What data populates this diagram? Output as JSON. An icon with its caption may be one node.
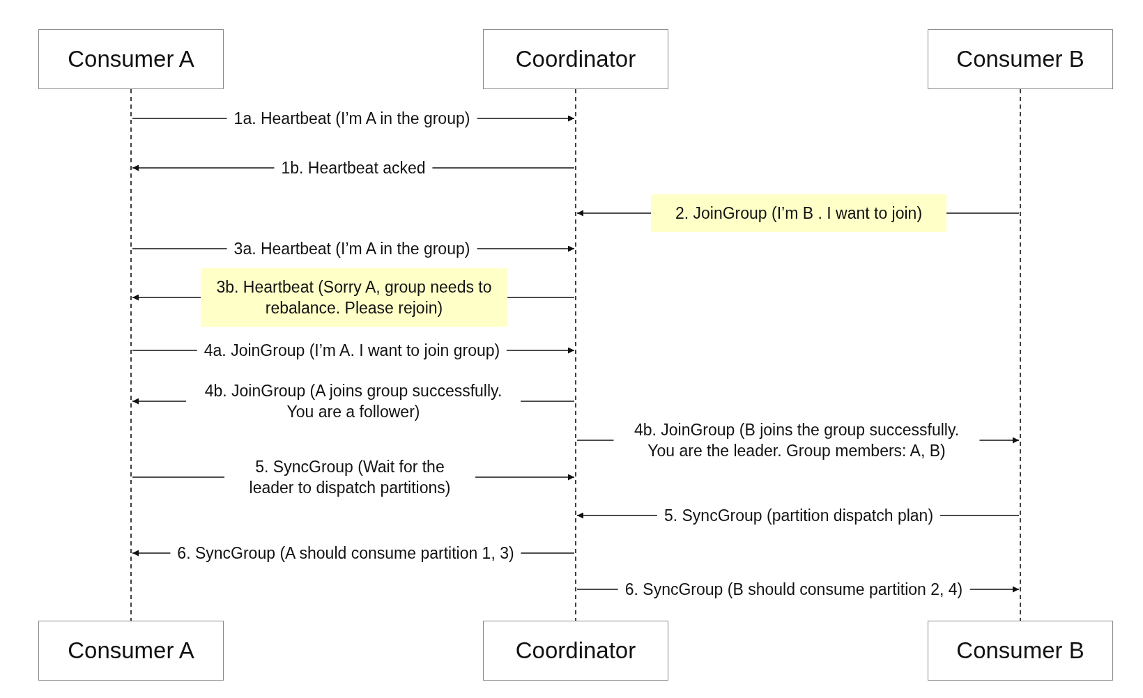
{
  "diagram": {
    "nodes": [
      {
        "text": [
          "Consumer A"
        ]
      },
      {
        "text": [
          "Coordinator"
        ]
      },
      {
        "text": [
          "Consumer B"
        ]
      },
      {
        "text": [],
        "shape": "line"
      },
      {
        "text": [],
        "shape": "line"
      },
      {
        "text": [],
        "shape": "line"
      },
      {
        "text": [
          "Consumer A"
        ]
      },
      {
        "text": [
          "Coordinator"
        ]
      },
      {
        "text": [
          "Consumer B"
        ]
      }
    ],
    "edges": [
      {
        "from": 3,
        "to": 4,
        "arrow": "to",
        "label": "1a. Heartbeat (I’m A in the group)"
      },
      {
        "from": 4,
        "to": 3,
        "arrow": "to",
        "label": "1b. Heartbeat acked"
      },
      {
        "from": 5,
        "to": 4,
        "arrow": "to",
        "label": "2. JoinGroup (I’m B . I want to join)"
      },
      {
        "from": 3,
        "to": 4,
        "arrow": "to",
        "label": "3a. Heartbeat (I’m A in the group)"
      },
      {
        "from": 4,
        "to": 3,
        "arrow": "to",
        "label": "3b. Heartbeat (Sorry A, group needs to rebalance. Please rejoin)"
      },
      {
        "from": 3,
        "to": 4,
        "arrow": "to",
        "label": "4a. JoinGroup (I’m A. I want to join group)"
      },
      {
        "from": 4,
        "to": 3,
        "arrow": "to",
        "label": "4b. JoinGroup (A joins group successfully. You are a follower)"
      },
      {
        "from": 4,
        "to": 5,
        "arrow": "to",
        "label": "4b. JoinGroup (B joins the group successfully. You are the leader. Group members: A, B)"
      },
      {
        "from": 3,
        "to": 4,
        "arrow": "to",
        "label": "5. SyncGroup (Wait for the leader to dispatch partitions)"
      },
      {
        "from": 5,
        "to": 4,
        "arrow": "to",
        "label": "5. SyncGroup (partition dispatch plan)"
      },
      {
        "from": 4,
        "to": 3,
        "arrow": "to",
        "label": "6. SyncGroup (A should consume partition 1, 3)"
      },
      {
        "from": 4,
        "to": 5,
        "arrow": "to",
        "label": "6. SyncGroup (B should consume partition 2, 4)"
      }
    ]
  }
}
